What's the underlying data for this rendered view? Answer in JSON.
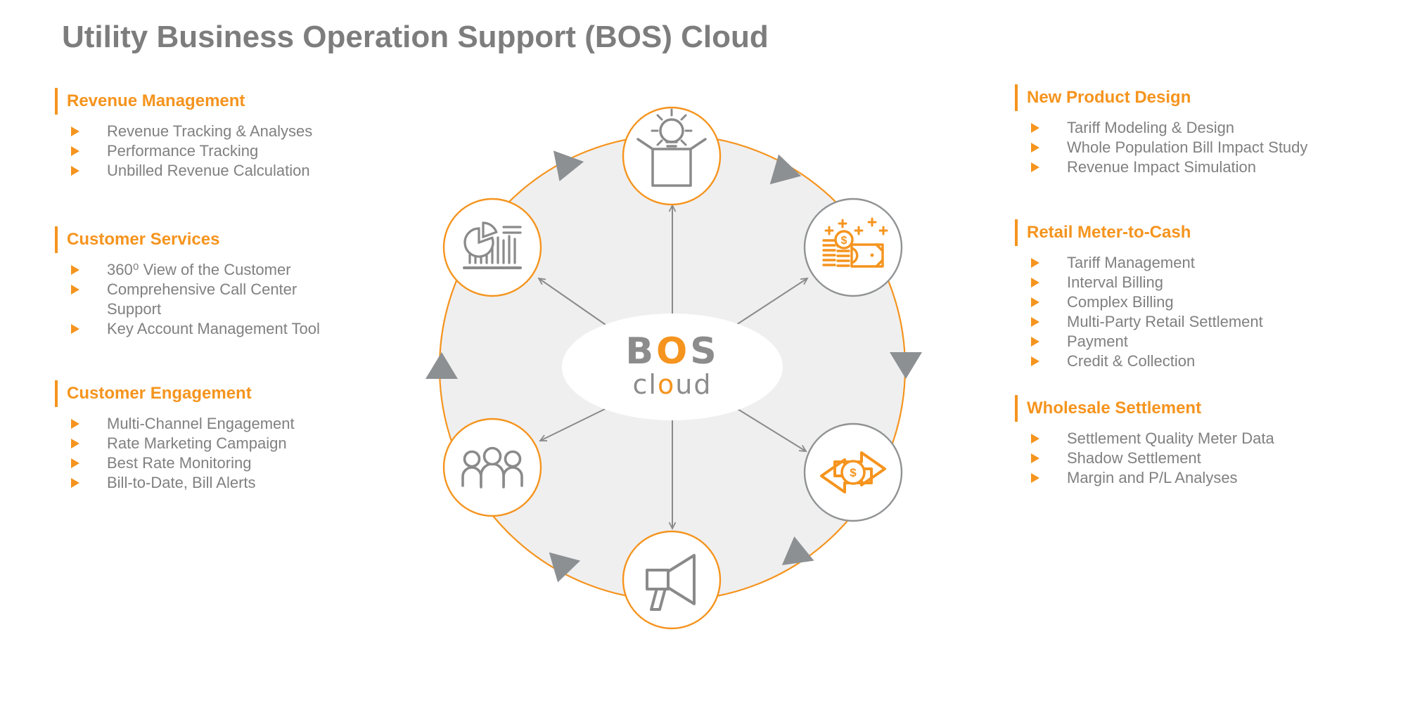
{
  "title": "Utility Business Operation Support (BOS) Cloud",
  "colors": {
    "accent_orange": "#F5941E",
    "text_gray": "#808080",
    "icon_gray": "#8A8A8A",
    "hub_fill_gray": "#EFEFEF",
    "triangle_gray": "#8C9093"
  },
  "icons": [
    "triangle-bullet-icon",
    "idea-box-lightbulb-icon",
    "money-growth-icon",
    "money-exchange-icon",
    "megaphone-icon",
    "people-group-icon",
    "analytics-pie-bar-chart-icon",
    "radial-arrow-icon",
    "rotation-triangle-icon"
  ],
  "left_sections": [
    {
      "heading": "Revenue Management",
      "items": [
        "Revenue Tracking & Analyses",
        "Performance Tracking",
        "Unbilled Revenue Calculation"
      ]
    },
    {
      "heading": "Customer Services",
      "items": [
        "360⁰ View of the Customer",
        "Comprehensive Call Center Support",
        "Key Account Management Tool"
      ]
    },
    {
      "heading": "Customer Engagement",
      "items": [
        "Multi-Channel Engagement",
        "Rate Marketing Campaign",
        "Best Rate Monitoring",
        "Bill-to-Date, Bill Alerts"
      ]
    }
  ],
  "right_sections": [
    {
      "heading": "New Product Design",
      "items": [
        "Tariff Modeling & Design",
        "Whole Population Bill Impact Study",
        "Revenue Impact Simulation"
      ]
    },
    {
      "heading": "Retail Meter-to-Cash",
      "items": [
        "Tariff Management",
        "Interval Billing",
        "Complex Billing",
        "Multi-Party Retail Settlement",
        "Payment",
        "Credit & Collection"
      ]
    },
    {
      "heading": "Wholesale Settlement",
      "items": [
        "Settlement Quality Meter Data",
        "Shadow Settlement",
        "Margin and P/L Analyses"
      ]
    }
  ],
  "center": {
    "bos": [
      "B",
      "O",
      "S"
    ],
    "cloud": [
      "cl",
      "o",
      "ud"
    ]
  }
}
